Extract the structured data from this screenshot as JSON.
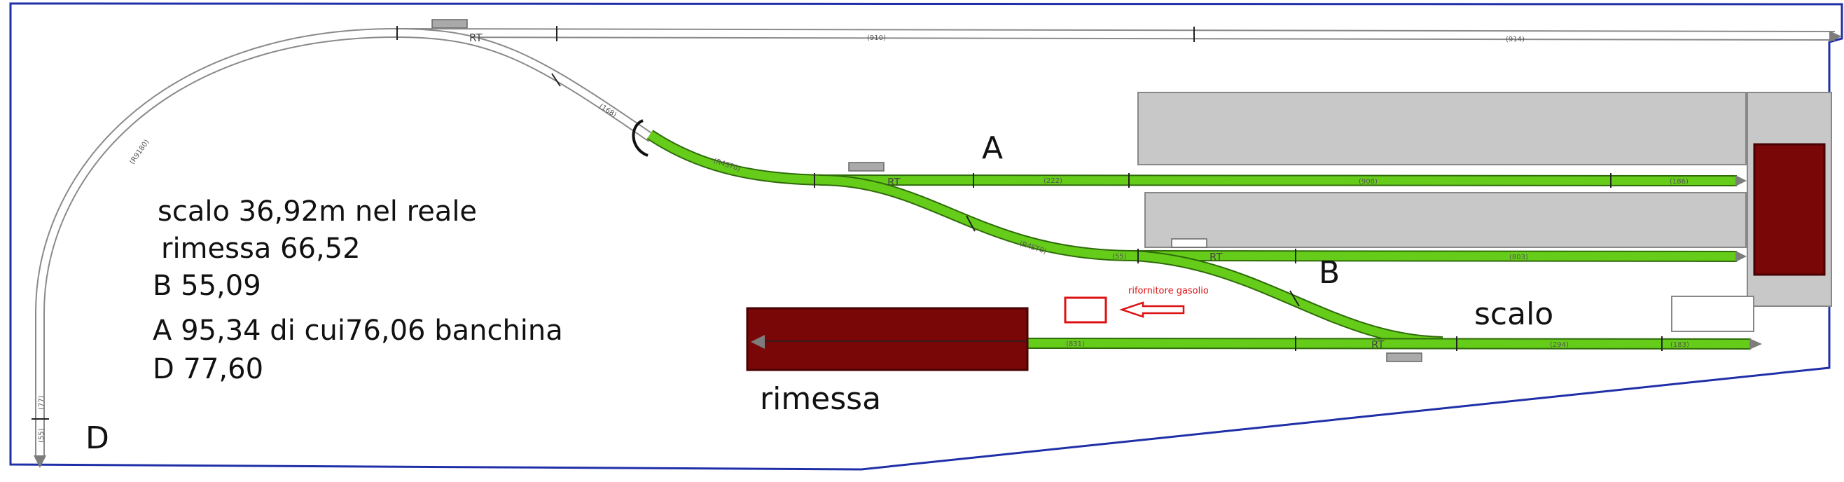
{
  "colors": {
    "border": "#1f2fa8",
    "track_green": "#66cc1a",
    "track_green_edge": "#2f6b0b",
    "track_white": "#ffffff",
    "track_white_edge": "#8a8a8a",
    "platform": "#c8c8c8",
    "building": "#7a0707",
    "note_red": "#dd1111",
    "arrow_grey": "#7d7d7d"
  },
  "info_lines": [
    "scalo 36,92m nel reale",
    "rimessa 66,52",
    "B 55,09",
    "A 95,34 di cui76,06 banchina",
    "D 77,60"
  ],
  "labels": {
    "track_a": "A",
    "track_b": "B",
    "track_d": "D",
    "scalo": "scalo",
    "rimessa": "rimessa",
    "fuel_note": "rifornitore gasolio"
  },
  "rt_marks": [
    "RT",
    "RT",
    "RT",
    "RT"
  ],
  "segment_codes": {
    "top_rt": "RT",
    "top_910": "(910)",
    "top_914": "(914)",
    "curve_left": "(R9180)",
    "diag_upper": "(168)",
    "a_start": "(R4ST0)",
    "a_222": "(222)",
    "a_908": "(908)",
    "a_186": "(186)",
    "b_curve": "(R4ST0)",
    "b_55": "(55)",
    "b_803": "(803)",
    "r_831": "(831)",
    "r_294": "(294)",
    "r_183": "(183)",
    "d_left": "(55)",
    "d_left2": "(77)"
  }
}
